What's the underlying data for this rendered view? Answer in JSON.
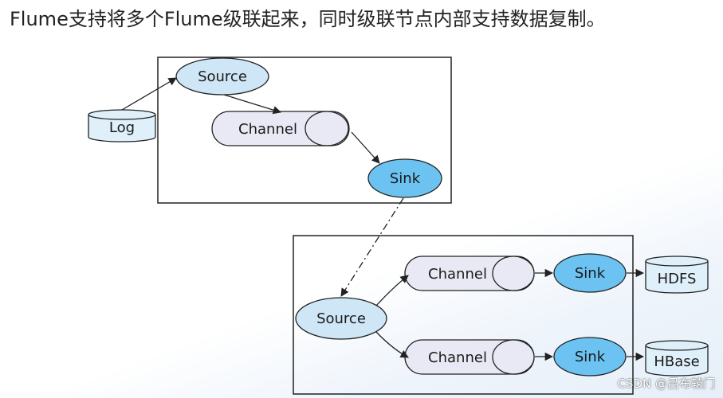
{
  "heading": "Flume支持将多个Flume级联起来，同时级联节点内部支持数据复制。",
  "nodes": {
    "log": "Log",
    "source_top": "Source",
    "channel_top": "Channel",
    "sink_top": "Sink",
    "source_bottom": "Source",
    "channel_bottom_1": "Channel",
    "channel_bottom_2": "Channel",
    "sink_bottom_1": "Sink",
    "sink_bottom_2": "Sink",
    "hdfs": "HDFS",
    "hbase": "HBase"
  },
  "watermark": "CSDN @吕布辕门",
  "colors": {
    "source_fill": "#cfe6f7",
    "channel_fill": "#e9e9f5",
    "sink_fill": "#6cc3f2",
    "store_fill": "#dff0fb",
    "stroke": "#222222"
  }
}
